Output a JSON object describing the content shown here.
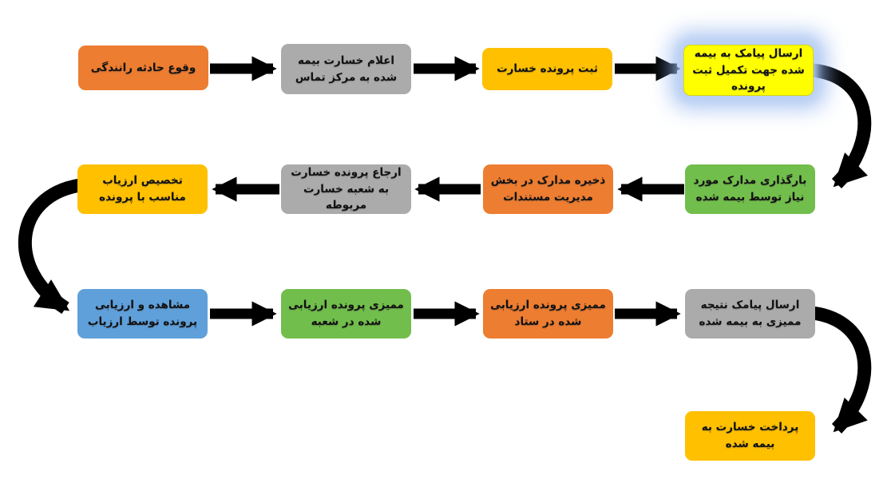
{
  "colors": {
    "orange": "#ED7D31",
    "gray": "#ABABAB",
    "gold": "#FFC000",
    "highlight_yellow": "#FFFF00",
    "green": "#72BE4C",
    "blue": "#5FA0DB",
    "arrow_black": "#000000",
    "highlight_glow": "#91B4EE"
  },
  "nodes": [
    {
      "id": "accident-occurrence",
      "label": "وقوع حادثه رانندگی",
      "color": "#ED7D31"
    },
    {
      "id": "report-claim-call-center",
      "label": "اعلام خسارت بیمه شده به مرکز تماس",
      "color": "#ABABAB"
    },
    {
      "id": "register-claim-file",
      "label": "ثبت پرونده خسارت",
      "color": "#FFC000"
    },
    {
      "id": "sms-complete-registration",
      "label": "ارسال پیامک به بیمه شده جهت تکمیل ثبت پرونده",
      "color": "#FFFF00"
    },
    {
      "id": "upload-required-documents",
      "label": "بارگذاری مدارک مورد نیاز توسط بیمه شده",
      "color": "#72BE4C"
    },
    {
      "id": "store-documents",
      "label": "ذخیره مدارک در بخش مدیریت مستندات",
      "color": "#ED7D31"
    },
    {
      "id": "refer-file-to-branch",
      "label": "ارجاع پرونده خسارت به شعبه خسارت مربوطه",
      "color": "#ABABAB"
    },
    {
      "id": "assign-assessor",
      "label": "تخصیص ارزیاب مناسب با پرونده",
      "color": "#FFC000"
    },
    {
      "id": "view-evaluate-file",
      "label": "مشاهده و ارزیابی پرونده توسط ارزیاب",
      "color": "#5FA0DB"
    },
    {
      "id": "audit-file-branch",
      "label": "ممیزی پرونده ارزیابی شده در شعبه",
      "color": "#72BE4C"
    },
    {
      "id": "audit-file-headquarters",
      "label": "ممیزی پرونده ارزیابی شده در ستاد",
      "color": "#ED7D31"
    },
    {
      "id": "sms-audit-result",
      "label": "ارسال پیامک نتیجه ممیزی به بیمه شده",
      "color": "#ABABAB"
    },
    {
      "id": "pay-claim",
      "label": "پرداخت خسارت به بیمه شده",
      "color": "#FFC000"
    }
  ],
  "edges": [
    {
      "from": 0,
      "to": 1,
      "style": "straight"
    },
    {
      "from": 1,
      "to": 2,
      "style": "straight"
    },
    {
      "from": 2,
      "to": 3,
      "style": "straight"
    },
    {
      "from": 3,
      "to": 4,
      "style": "curved"
    },
    {
      "from": 4,
      "to": 5,
      "style": "straight"
    },
    {
      "from": 5,
      "to": 6,
      "style": "straight"
    },
    {
      "from": 6,
      "to": 7,
      "style": "straight"
    },
    {
      "from": 7,
      "to": 8,
      "style": "curved"
    },
    {
      "from": 8,
      "to": 9,
      "style": "straight"
    },
    {
      "from": 9,
      "to": 10,
      "style": "straight"
    },
    {
      "from": 10,
      "to": 11,
      "style": "straight"
    },
    {
      "from": 11,
      "to": 12,
      "style": "curved"
    }
  ]
}
